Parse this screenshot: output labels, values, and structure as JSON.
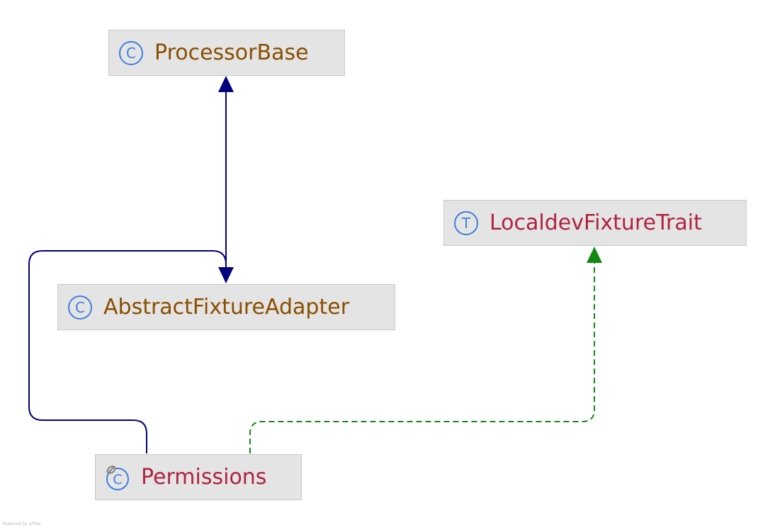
{
  "nodes": {
    "processor_base": {
      "label": "ProcessorBase",
      "kind_letter": "C"
    },
    "abstract_fixture_adapter": {
      "label": "AbstractFixtureAdapter",
      "kind_letter": "C"
    },
    "localdev_fixture_trait": {
      "label": "LocaldevFixtureTrait",
      "kind_letter": "T"
    },
    "permissions": {
      "label": "Permissions",
      "kind_letter": "C"
    }
  },
  "colors": {
    "extends_edge": "#000080",
    "uses_trait_edge": "#118811",
    "class_name_brown": "#8a4e00",
    "class_name_red": "#b0233f",
    "icon_blue": "#3f7fe0",
    "node_fill": "#e4e4e4"
  },
  "watermark": "Powered by yFiles"
}
